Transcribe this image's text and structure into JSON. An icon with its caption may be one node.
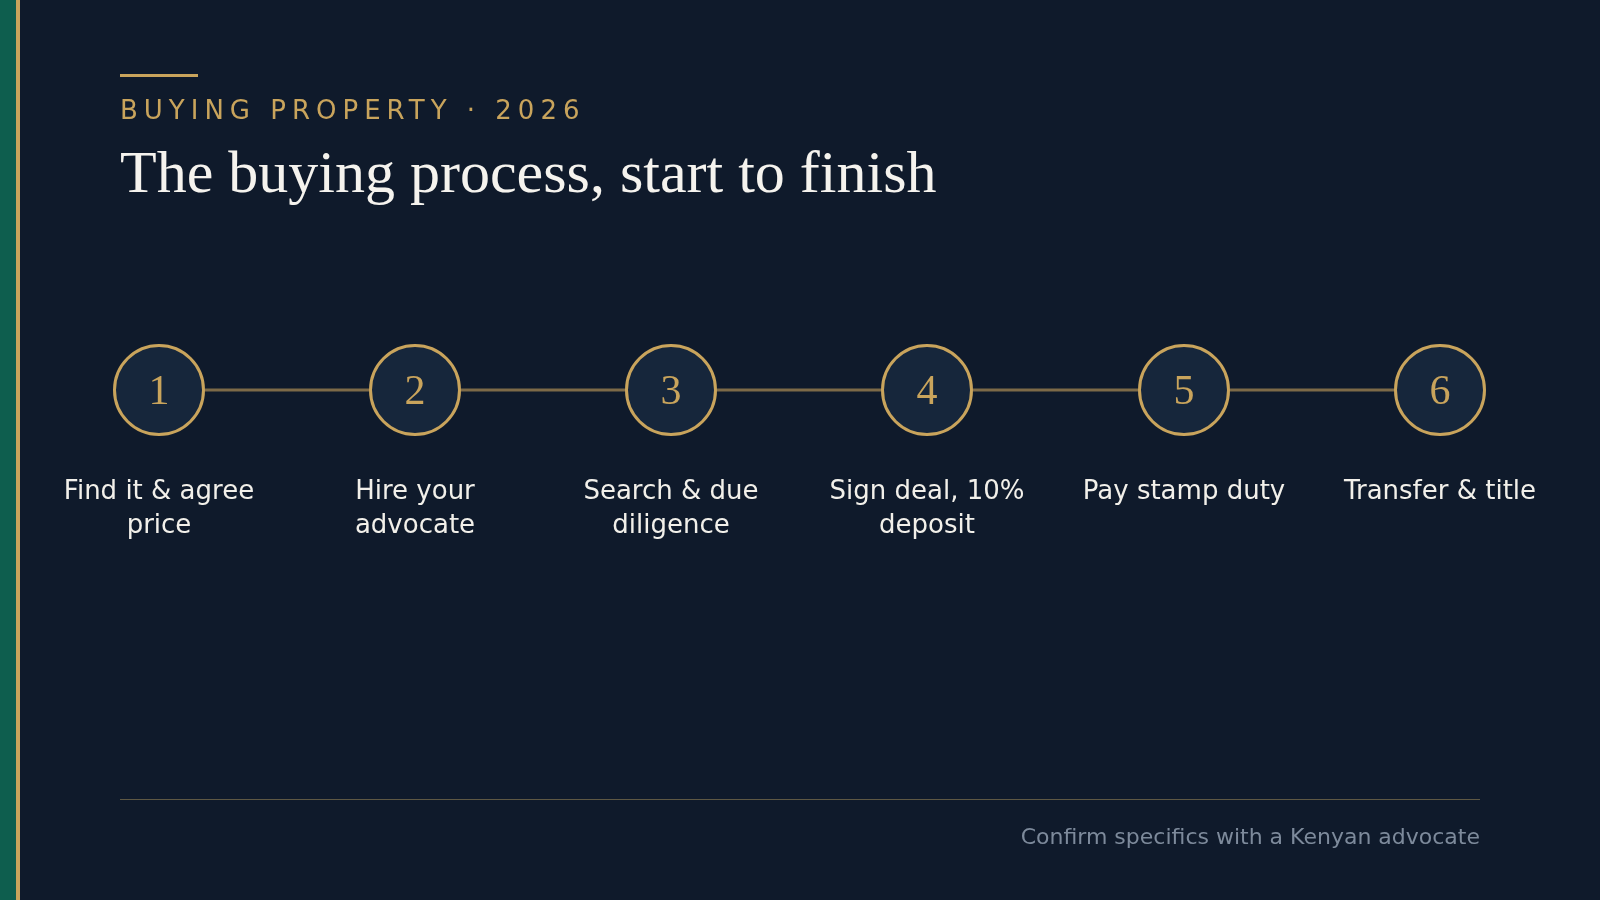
{
  "diagram": {
    "title": "The buying process, start to finish",
    "nodes": [
      {
        "text": [
          "1"
        ],
        "beside": [
          "Find it & agree price"
        ]
      },
      {
        "text": [
          "2"
        ],
        "beside": [
          "Hire your advocate"
        ]
      },
      {
        "text": [
          "3"
        ],
        "beside": [
          "Search & due diligence"
        ]
      },
      {
        "text": [
          "4"
        ],
        "beside": [
          "Sign deal, 10% deposit"
        ]
      },
      {
        "text": [
          "5"
        ],
        "beside": [
          "Pay stamp duty"
        ]
      },
      {
        "text": [
          "6"
        ],
        "beside": [
          "Transfer & title"
        ]
      }
    ],
    "edges": [
      {
        "from": 0,
        "to": 1,
        "arrow": "none"
      },
      {
        "from": 1,
        "to": 2,
        "arrow": "none"
      },
      {
        "from": 2,
        "to": 3,
        "arrow": "none"
      },
      {
        "from": 3,
        "to": 4,
        "arrow": "none"
      },
      {
        "from": 4,
        "to": 5,
        "arrow": "none"
      }
    ],
    "labels": [
      "BUYING PROPERTY · 2026",
      "Confirm specifics with a Kenyan advocate"
    ]
  }
}
